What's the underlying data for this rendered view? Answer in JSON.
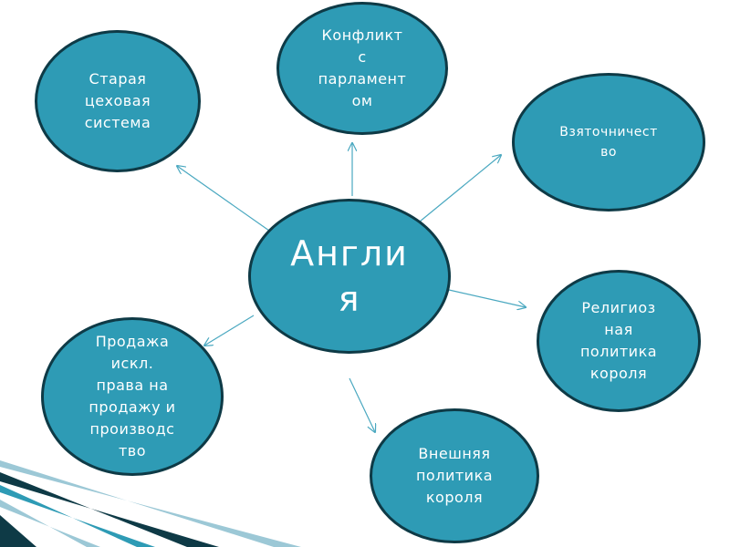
{
  "diagram": {
    "center": {
      "label": "Англи\nя"
    },
    "nodes": [
      {
        "id": "guild",
        "label": "Старая\nцеховая\nсистема"
      },
      {
        "id": "parliament",
        "label": "Конфликт\nс\nпарламент\nом"
      },
      {
        "id": "bribery",
        "label": "Взяточничест\nво"
      },
      {
        "id": "religion",
        "label": "Религиоз\nная\nполитика\nкороля"
      },
      {
        "id": "foreign",
        "label": "Внешняя\nполитика\nкороля"
      },
      {
        "id": "monopoly",
        "label": "Продажа\nискл.\nправа на\nпродажу и\nпроизводс\nтво"
      }
    ]
  },
  "colors": {
    "node_fill": "#2e9bb5",
    "node_border": "#0e3a46",
    "text": "#ffffff",
    "arrow": "#4aa8c0",
    "decor_dark": "#0e3a46",
    "decor_light": "#9cc8d6"
  }
}
